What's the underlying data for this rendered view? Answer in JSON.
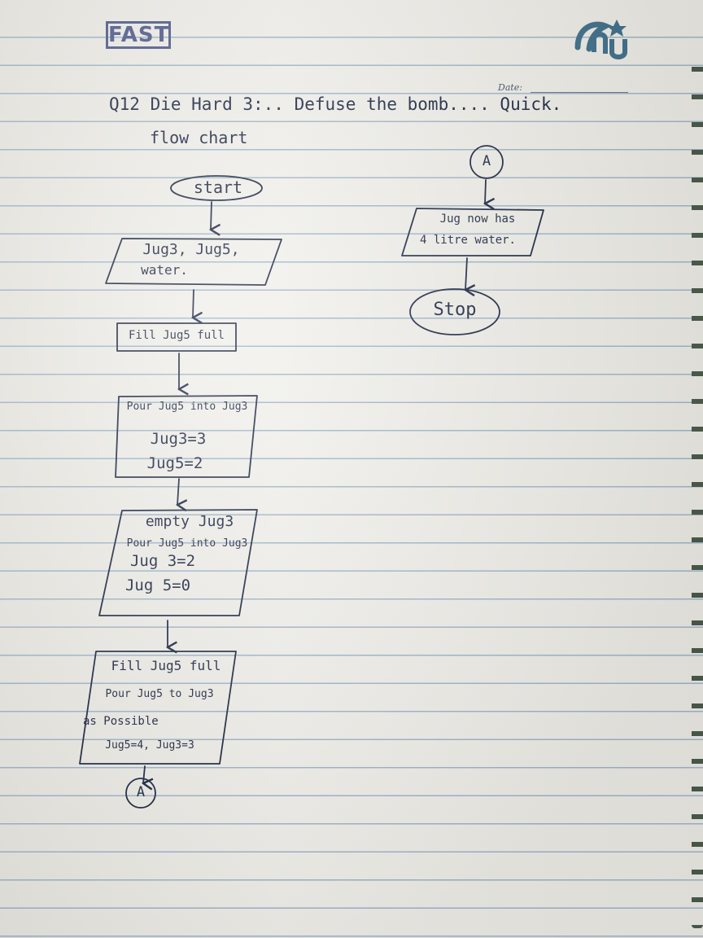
{
  "header": {
    "logo_text": "FAST",
    "date_label": "Date:",
    "title": "Q12 Die Hard 3:.. Defuse the bomb.... Quick.",
    "subtitle": "flow chart"
  },
  "nodes": {
    "start": "start",
    "input": [
      "Jug3, Jug5,",
      "water."
    ],
    "fill5": "Fill Jug5 full",
    "step1": [
      "Pour Jug5 into Jug3",
      "Jug3=3",
      "Jug5=2"
    ],
    "step2": [
      "empty Jug3",
      "Pour Jug5 into Jug3",
      "Jug 3=2",
      "Jug 5=0"
    ],
    "step3": [
      "Fill Jug5 full",
      "Pour Jug5 to Jug3",
      "as Possible",
      "Jug5=4, Jug3=3"
    ],
    "connector_a_bottom": "A",
    "connector_a_top": "A",
    "result": [
      "Jug now has",
      "4 litre water."
    ],
    "stop": "Stop"
  },
  "colors": {
    "ink": "#1a2440",
    "logo": "#4e5a8a"
  }
}
